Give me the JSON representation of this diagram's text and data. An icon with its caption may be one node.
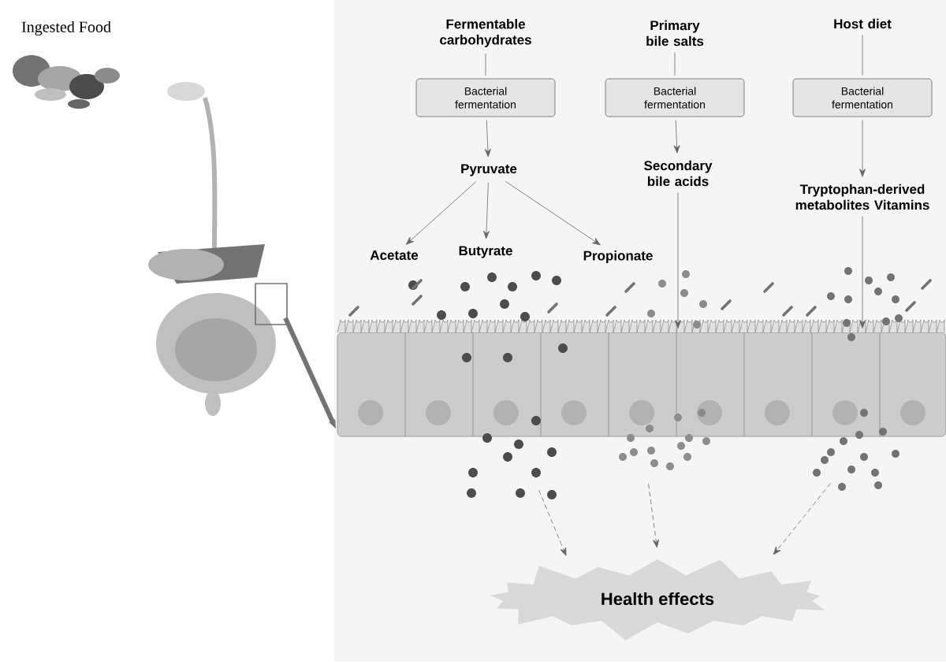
{
  "diagram": {
    "nodes": [
      {
        "text": [
          "Fermentable carbohydrates"
        ]
      },
      {
        "text": [
          "Bacterial fermentation"
        ]
      },
      {
        "text": [
          "Pyruvate"
        ]
      },
      {
        "text": [
          "Acetate"
        ]
      },
      {
        "text": [
          "Butyrate"
        ]
      },
      {
        "text": [
          "Propionate"
        ]
      },
      {
        "text": [
          "Primary bile salts"
        ]
      },
      {
        "text": [
          "Bacterial fermentation"
        ]
      },
      {
        "text": [
          "Secondary bile acids"
        ]
      },
      {
        "text": [
          "Host diet"
        ]
      },
      {
        "text": [
          "Bacterial fermentation"
        ]
      },
      {
        "text": [
          "Tryptophan-derived metabolites Vitamins"
        ]
      },
      {
        "text": [
          "Health effects"
        ]
      },
      {
        "text": [],
        "shape": "picture"
      },
      {
        "text": [],
        "shape": "picture"
      }
    ],
    "edges": [
      {
        "from": 0,
        "to": 1,
        "arrow": "none"
      },
      {
        "from": 1,
        "to": 2,
        "arrow": "to"
      },
      {
        "from": 2,
        "to": 3,
        "arrow": "to"
      },
      {
        "from": 2,
        "to": 4,
        "arrow": "to"
      },
      {
        "from": 2,
        "to": 5,
        "arrow": "to"
      },
      {
        "from": 6,
        "to": 7,
        "arrow": "none"
      },
      {
        "from": 7,
        "to": 8,
        "arrow": "to"
      },
      {
        "from": 8,
        "to": 14,
        "arrow": "to"
      },
      {
        "from": 9,
        "to": 10,
        "arrow": "none"
      },
      {
        "from": 10,
        "to": 11,
        "arrow": "to"
      },
      {
        "from": 11,
        "to": 14,
        "arrow": "to"
      },
      {
        "from": 13,
        "to": 14,
        "arrow": "to",
        "style": "thick"
      },
      {
        "from": 14,
        "to": 12,
        "arrow": "to",
        "style": "dashed"
      },
      {
        "from": 14,
        "to": 12,
        "arrow": "to",
        "style": "dashed"
      },
      {
        "from": 14,
        "to": 12,
        "arrow": "to",
        "style": "dashed"
      }
    ],
    "labels": [
      "Ingested Food"
    ]
  }
}
